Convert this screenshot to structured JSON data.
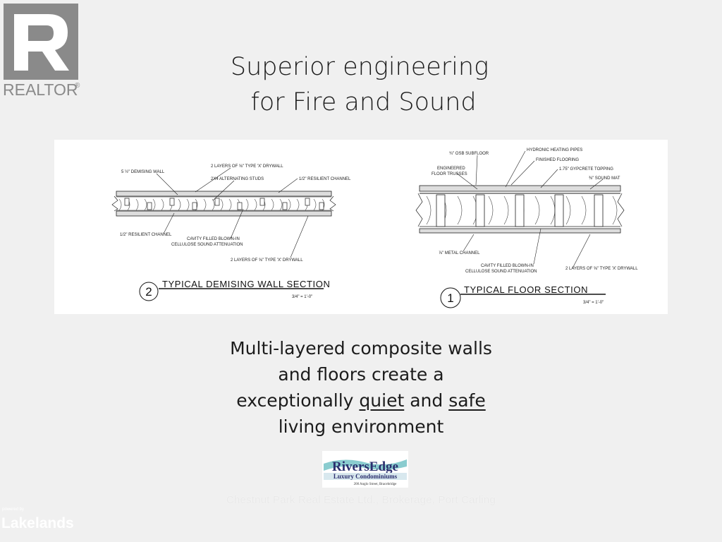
{
  "realtor_logo": {
    "text": "REALTOR",
    "mark": "®"
  },
  "heading": {
    "line1": "Superior engineering",
    "line2": " for Fire and Sound"
  },
  "wall_section": {
    "title": "TYPICAL DEMISING WALL SECTION",
    "number": "2",
    "scale": "3/4\" = 1'-0\"",
    "labels": {
      "demising_wall": "5 ½\" DEMISING WALL",
      "drywall_top": "2 LAYERS OF ⅝\" TYPE 'X' DRYWALL",
      "studs": "2X4 ALTERNATING STUDS",
      "resilient_top": "1/2\" RESILIENT CHANNEL",
      "resilient_bottom": "1/2\" RESILIENT CHANNEL",
      "cavity_1": "CAVITY FILLED BLOWN-IN",
      "cavity_2": "CELLULOSE SOUND ATTENUATION",
      "drywall_bottom": "2 LAYERS OF ⅝\" TYPE 'X' DRYWALL"
    }
  },
  "floor_section": {
    "title": "TYPICAL FLOOR SECTION",
    "number": "1",
    "scale": "3/4\" = 1'-0\"",
    "labels": {
      "subfloor": "¾\" OSB SUBFLOOR",
      "heating": "HYDRONIC HEATING PIPES",
      "flooring": "FINISHED FLOORING",
      "trusses_1": "ENGINEERED",
      "trusses_2": "FLOOR TRUSSES",
      "topping": "1.75\" GYPCRETE TOPPING",
      "sound_mat": "⅜\" SOUND MAT",
      "metal_channel": "⅞\" METAL CHANNEL",
      "cavity_1": "CAVITY FILLED BLOWN-IN",
      "cavity_2": "CELLULOSE SOUND ATTENUATION",
      "drywall": "2 LAYERS OF ⅝\" TYPE 'X' DRYWALL"
    }
  },
  "body_text": {
    "line1": "Multi-layered composite walls",
    "line2": "and floors create a",
    "line3_a": "exceptionally ",
    "line3_quiet": "quiet",
    "line3_b": " and ",
    "line3_safe": "safe",
    "line4": "living environment"
  },
  "riversedge_logo": {
    "name": "RiversEdge",
    "tagline": "Luxury Condominiums",
    "address": "200 Anglo Street, Bracebridge"
  },
  "brokerage": "Chestnut Park Real Estate Ltd., Brokerage, Port Carling",
  "lakelands_logo": {
    "powered_by": "powered by",
    "name": "Lakelands"
  },
  "colors": {
    "background": "#f0f0f0",
    "text": "#1c1c1c",
    "realtor_gray": "#8a8a8a",
    "riversedge_navy": "#2b2f6e",
    "riversedge_teal": "#2aa3a8"
  }
}
